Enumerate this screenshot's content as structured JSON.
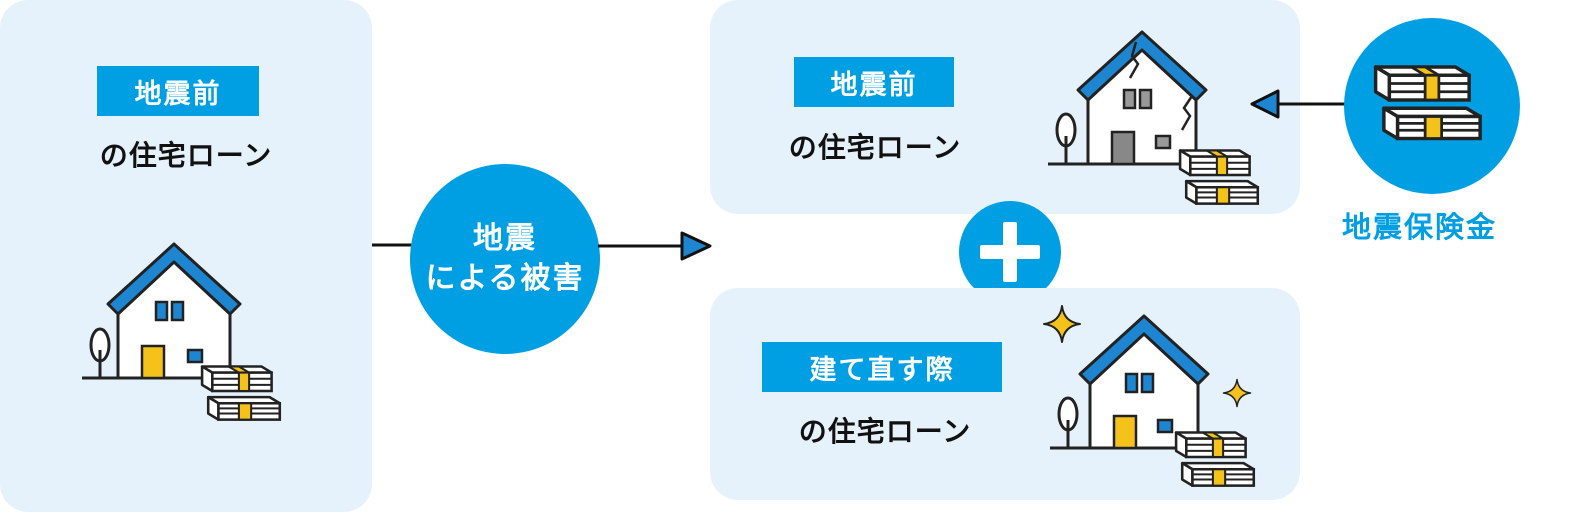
{
  "left": {
    "tag": "地震前",
    "label": "の住宅ローン"
  },
  "damage": {
    "line1": "地震",
    "line2": "による被害"
  },
  "top_right": {
    "tag": "地震前",
    "label": "の住宅ローン"
  },
  "bottom_right": {
    "tag": "建て直す際",
    "label": "の住宅ローン"
  },
  "insurance": {
    "label": "地震保険金"
  },
  "icons": [
    "house-icon",
    "money-stack-icon",
    "tree-icon",
    "sparkle-icon",
    "plus-icon",
    "arrow-icon"
  ],
  "colors": {
    "accent": "#009fe3",
    "panel": "#e6f2fb",
    "gold": "#f5c21b"
  }
}
